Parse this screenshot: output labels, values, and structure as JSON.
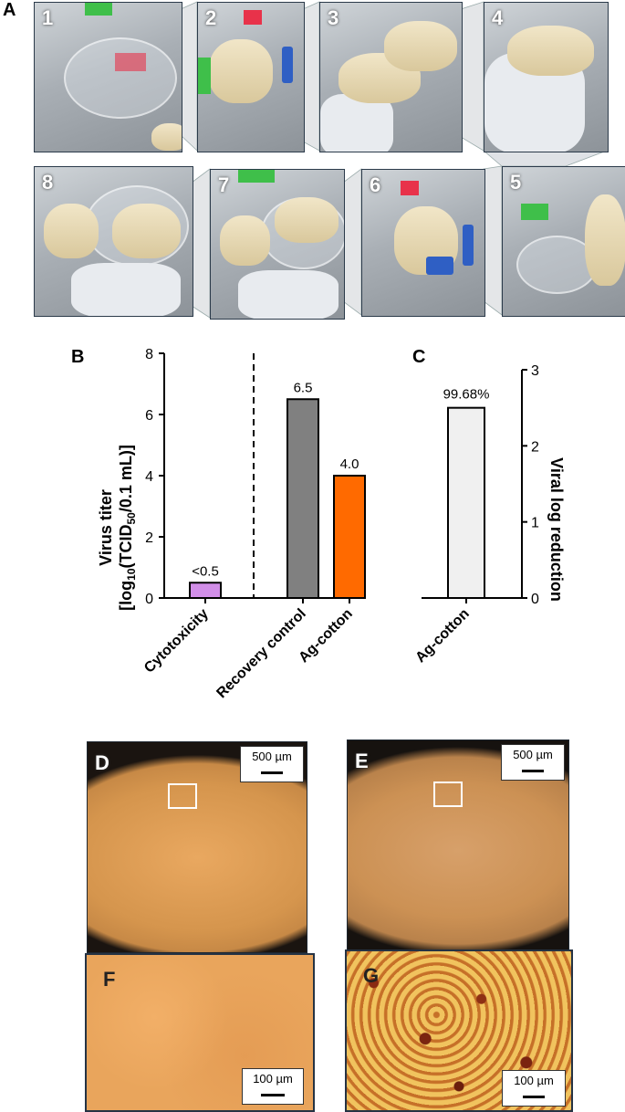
{
  "panels": {
    "A": "A",
    "B": "B",
    "C": "C",
    "D": "D",
    "E": "E",
    "F": "F",
    "G": "G"
  },
  "steps": [
    "1",
    "2",
    "3",
    "4",
    "5",
    "6",
    "7",
    "8"
  ],
  "scale_labels": {
    "d": "500 µm",
    "e": "500 µm",
    "f": "100 µm",
    "g": "100 µm"
  },
  "chart_data": [
    {
      "type": "bar",
      "ylabel_line1": "Virus titer",
      "ylabel_line2": "[log",
      "ylabel_sub1": "10",
      "ylabel_mid": "(TCID",
      "ylabel_sub2": "50",
      "ylabel_end": "/0.1 mL)]",
      "ylim": [
        0,
        8
      ],
      "yticks": [
        "0",
        "2",
        "4",
        "6",
        "8"
      ],
      "categories": [
        "Cytotoxicity",
        "Recovery control",
        "Ag-cotton"
      ],
      "values": [
        0.5,
        6.5,
        4.0
      ],
      "value_labels": [
        "<0.5",
        "6.5",
        "4.0"
      ],
      "colors": [
        "#d18ee8",
        "#808080",
        "#ff6a00"
      ],
      "divider_dashed": true
    },
    {
      "type": "bar",
      "ylabel": "Viral log reduction",
      "ylim": [
        0,
        3
      ],
      "yticks": [
        "0",
        "1",
        "2",
        "3"
      ],
      "categories": [
        "Ag-cotton"
      ],
      "values": [
        2.5
      ],
      "value_labels": [
        "99.68%"
      ],
      "colors": [
        "#f0f0f0"
      ]
    }
  ]
}
